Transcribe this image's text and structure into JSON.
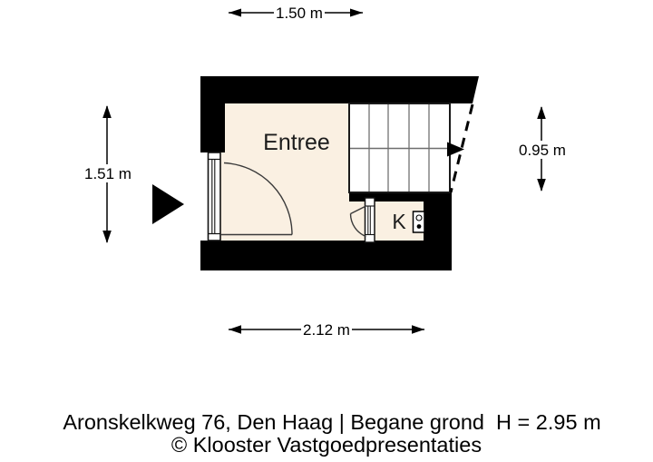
{
  "plan": {
    "rooms": [
      {
        "label": "Entree"
      },
      {
        "label": "K"
      }
    ],
    "dimensions": {
      "top": "1.50 m",
      "left": "1.51 m",
      "right": "0.95 m",
      "bottom": "2.12 m"
    },
    "icons": {
      "entrance_arrow": "filled right-pointing triangle marking entrance",
      "stair_direction_arrow": "right-pointing arrow on stair walking line",
      "boiler": "small wall appliance with two knobs in closet K"
    }
  },
  "caption": {
    "line1": "Aronskelkweg 76, Den Haag | Begane grond  H = 2.95 m",
    "line2": "© Klooster Vastgoedpresentaties"
  },
  "colors": {
    "wall": "#000000",
    "room_fill": "#FAF0E2",
    "stair_fill": "#FFFFFF",
    "tread_line": "#8C8C8C",
    "walk_line": "#6E6E6E",
    "door_line": "#3A3A3A",
    "page_bg": "#FFFFFF",
    "text": "#000000"
  }
}
